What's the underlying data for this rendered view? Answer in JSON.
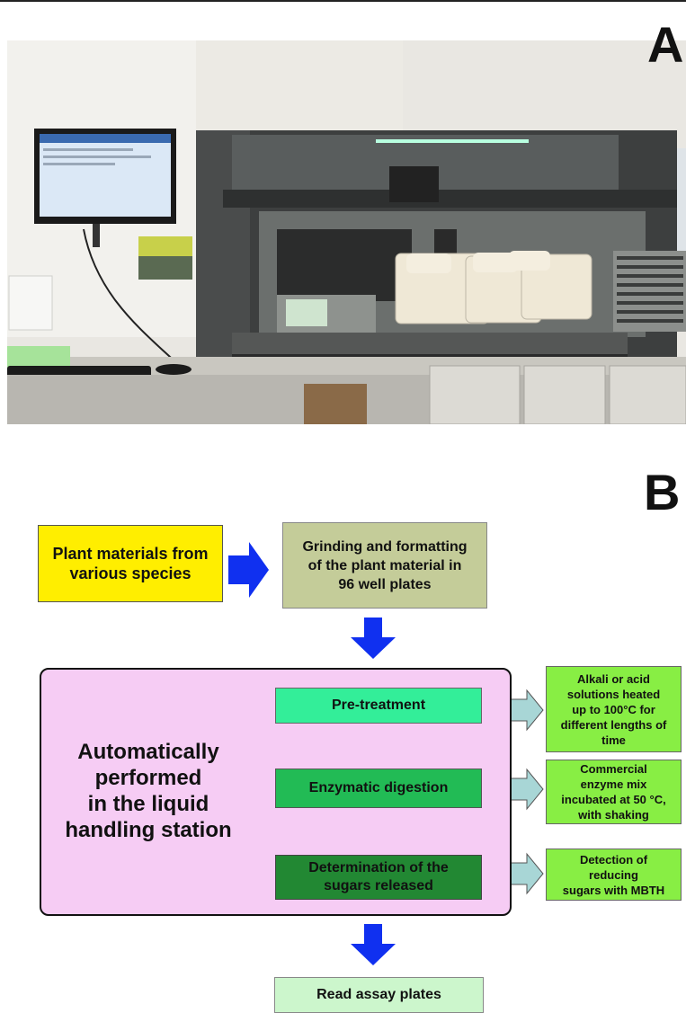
{
  "panel_a": {
    "letter": "A"
  },
  "panel_b": {
    "letter": "B",
    "input_box": "Plant materials from\nvarious species",
    "grinding_box": "Grinding and formatting\nof the plant material in\n96 well plates",
    "automation_label": "Automatically\nperformed\nin the liquid\nhandling station",
    "steps": [
      {
        "label": "Pre-treatment",
        "color": "#33ee99",
        "detail": "Alkali or acid\nsolutions heated\nup to 100°C for\ndifferent lengths of\ntime"
      },
      {
        "label": "Enzymatic digestion",
        "color": "#22bb55",
        "detail": "Commercial\nenzyme mix\nincubated at 50 °C,\nwith shaking"
      },
      {
        "label": "Determination of the\nsugars released",
        "color": "#228833",
        "detail": "Detection of\nreducing\nsugars with MBTH"
      }
    ],
    "final_box": "Read assay plates",
    "colors": {
      "input_bg": "#ffee00",
      "grinding_bg": "#c4cc99",
      "automation_bg": "#f6ccf4",
      "detail_bg": "#88ee44",
      "final_bg": "#ccf6cc",
      "blue_arrow": "#1030f0",
      "side_arrow": "#a8d6d6"
    }
  }
}
